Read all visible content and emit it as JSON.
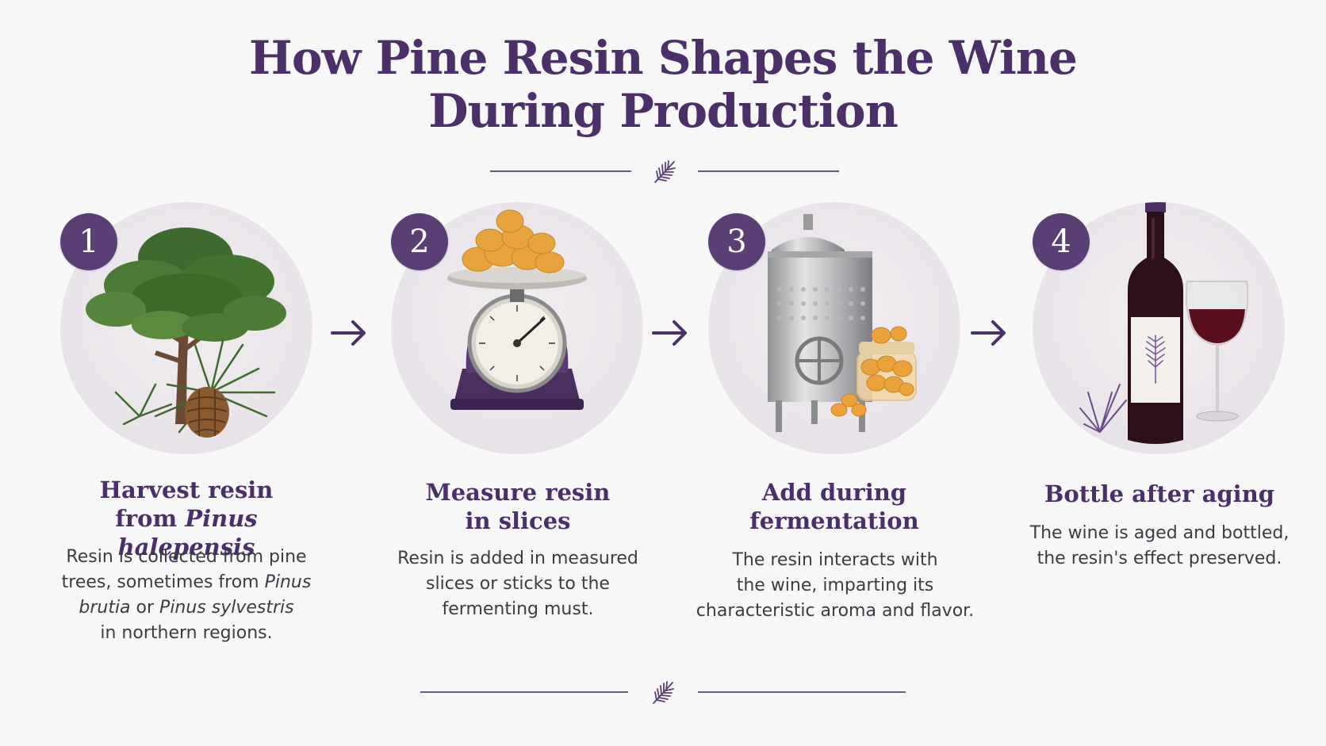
{
  "title": {
    "line1": "How Pine Resin Shapes the Wine",
    "line2": "During Production"
  },
  "colors": {
    "accent": "#4a2f68",
    "badge": "#5a3f74",
    "text": "#3e3a44",
    "background": "#f8f7f8"
  },
  "steps": [
    {
      "number": "1",
      "icon": "pine-tree-icon",
      "title_line1": "Harvest resin",
      "title_line2_prefix": "from ",
      "title_line2_italic": "Pinus halepensis",
      "desc_lines": [
        {
          "text": "Resin is collected from pine"
        },
        {
          "pre": "trees, sometimes from ",
          "italic": "Pinus"
        },
        {
          "italic": "brutia",
          "mid": " or ",
          "italic2": "Pinus sylvestris"
        },
        {
          "text": "in northern regions."
        }
      ]
    },
    {
      "number": "2",
      "icon": "kitchen-scale-icon",
      "title_line1": "Measure resin",
      "title_line2": "in slices",
      "desc_lines": [
        {
          "text": "Resin is added in measured"
        },
        {
          "text": "slices or sticks to the"
        },
        {
          "text": "fermenting must."
        }
      ]
    },
    {
      "number": "3",
      "icon": "fermentation-tank-icon",
      "title_line1": "Add during",
      "title_line2": "fermentation",
      "desc_lines": [
        {
          "text": "The resin interacts with"
        },
        {
          "text": "the wine, imparting its"
        },
        {
          "text": "characteristic aroma and flavor."
        }
      ]
    },
    {
      "number": "4",
      "icon": "wine-bottle-icon",
      "title_line1": "Bottle after aging",
      "desc_lines": [
        {
          "text": "The wine is aged and bottled,"
        },
        {
          "text": "the resin's effect preserved."
        }
      ]
    }
  ]
}
